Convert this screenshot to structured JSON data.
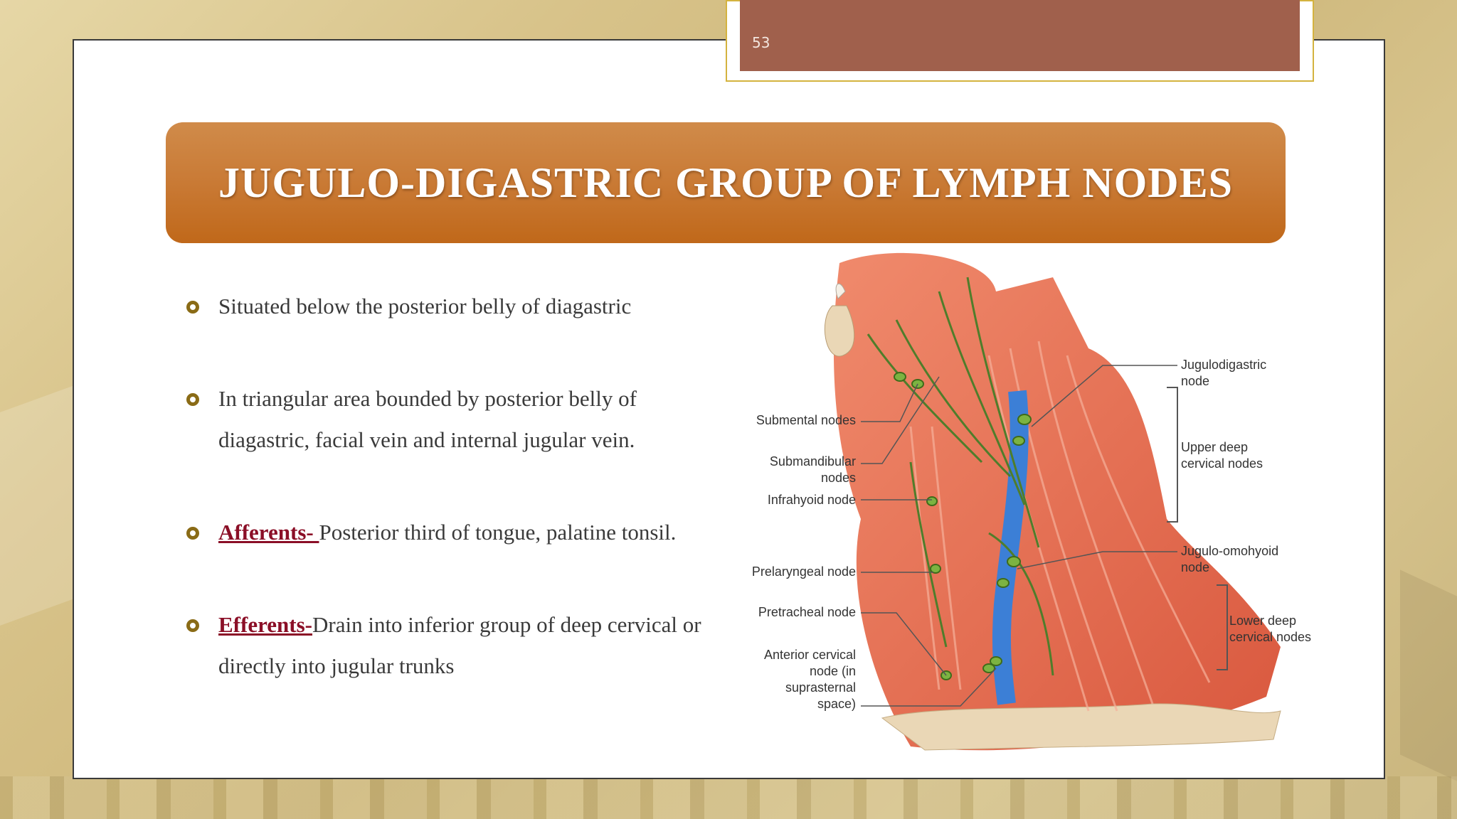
{
  "slide_number": "53",
  "title": "JUGULO-DIGASTRIC GROUP OF LYMPH NODES",
  "bullets": {
    "b1": "Situated below the posterior belly of diagastric",
    "b2": "In triangular area bounded by posterior belly of diagastric, facial vein and internal jugular vein.",
    "b3_label": "Afferents- ",
    "b3_text": "Posterior third of tongue, palatine tonsil.",
    "b4_label": "Efferents-",
    "b4_text": "Drain into inferior group of deep cervical or directly into jugular trunks"
  },
  "figure_labels": {
    "submental": "Submental nodes",
    "submandibular": "Submandibular nodes",
    "infrahyoid": "Infrahyoid node",
    "prelaryngeal": "Prelaryngeal node",
    "pretracheal": "Pretracheal node",
    "anterior_cervical": "Anterior cervical node (in suprasternal space)",
    "jugulodigastric": "Jugulodigastric node",
    "upper_deep": "Upper deep cervical nodes",
    "jugulo_omohyoid": "Jugulo-omohyoid node",
    "lower_deep": "Lower deep cervical nodes"
  },
  "colors": {
    "title_band": "#c97a35",
    "slide_number_bar": "#a0604c",
    "bullet_mark": "#8a6b16",
    "highlight_label": "#8b0f27"
  }
}
